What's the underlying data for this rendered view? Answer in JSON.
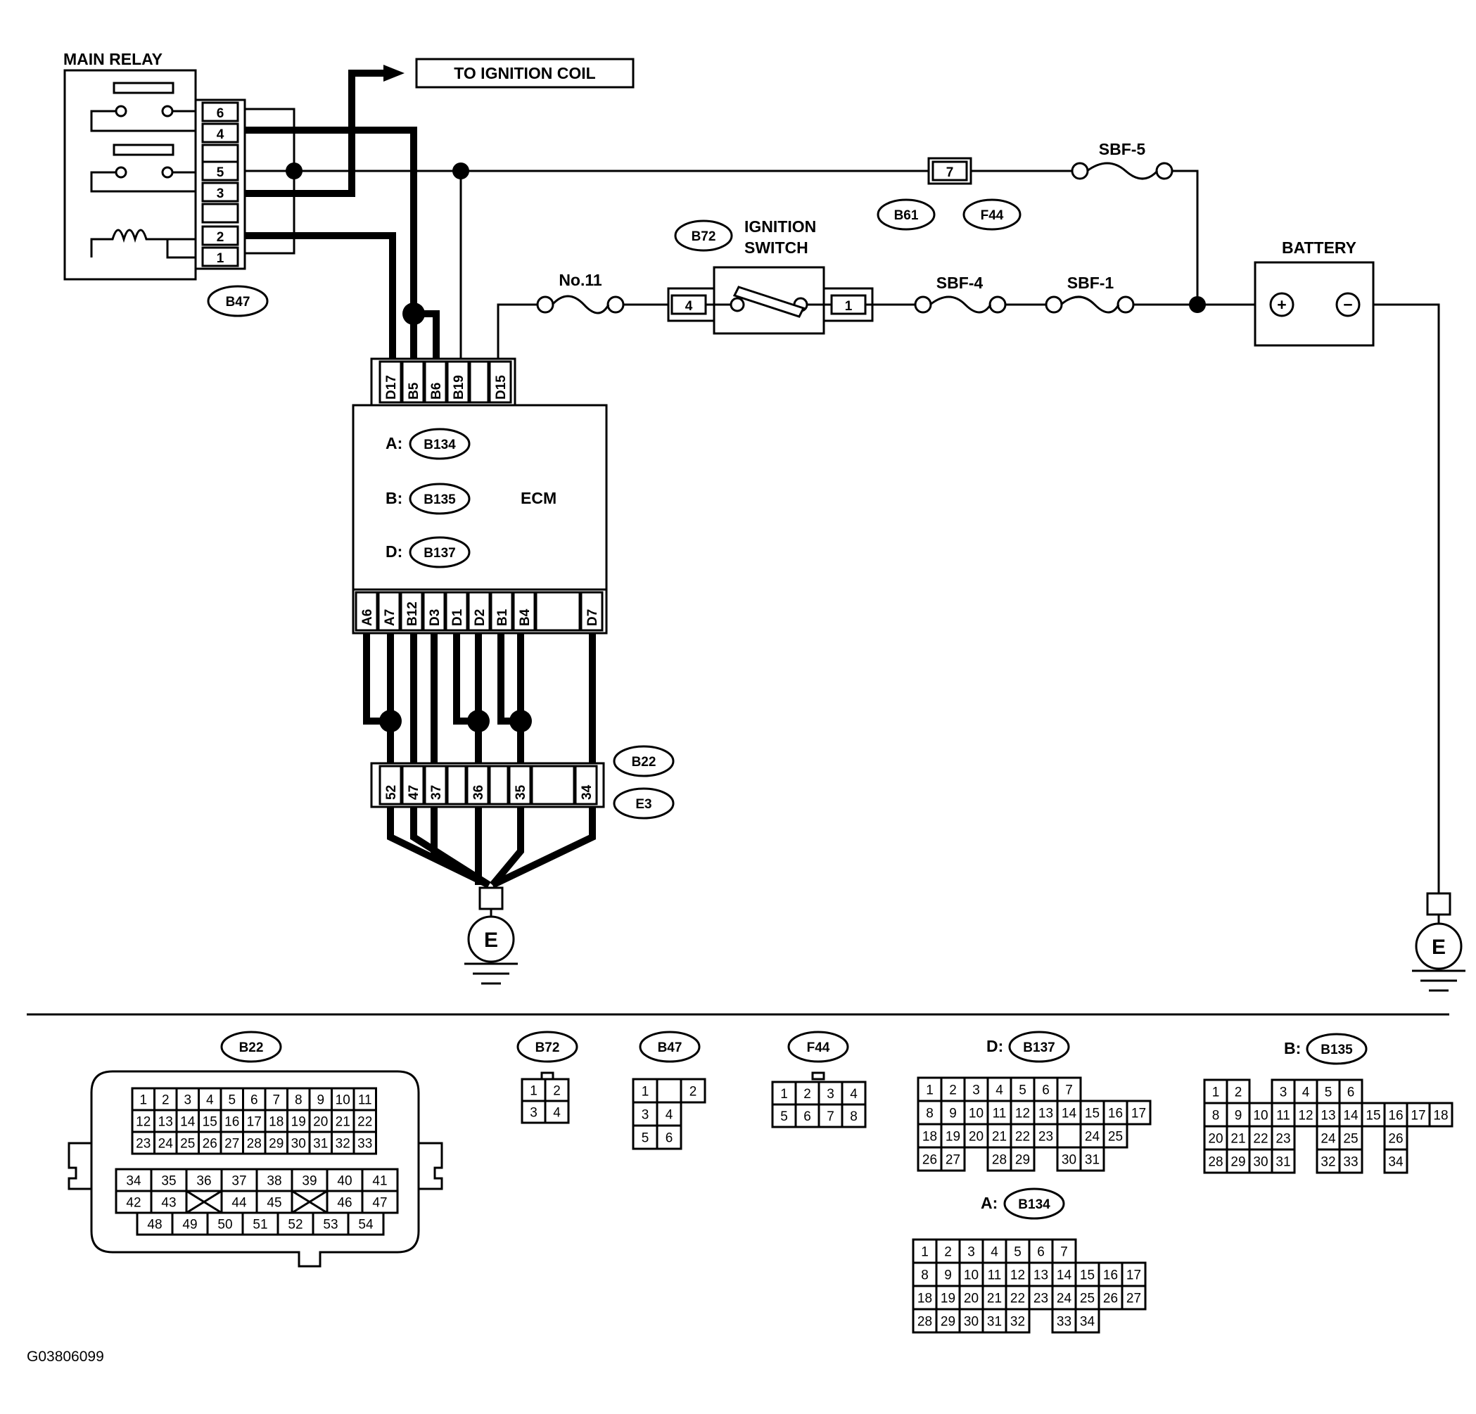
{
  "diagram": {
    "main_relay": "MAIN RELAY",
    "ignition_coil": "TO IGNITION COIL",
    "ignition_switch": [
      "IGNITION",
      "SWITCH"
    ],
    "battery": "BATTERY",
    "ecm": "ECM",
    "fuses": {
      "sbf5": "SBF-5",
      "sbf4": "SBF-4",
      "sbf1": "SBF-1",
      "no11": "No.11"
    },
    "connector_tags": [
      "B47",
      "B61",
      "F44",
      "B72",
      "B134",
      "B135",
      "B137",
      "B22",
      "E3"
    ],
    "ecm_connectors": [
      {
        "prefix": "A:",
        "tag": "B134"
      },
      {
        "prefix": "B:",
        "tag": "B135"
      },
      {
        "prefix": "D:",
        "tag": "B137"
      }
    ],
    "relay_pins": [
      "6",
      "4",
      "5",
      "3",
      "2",
      "1"
    ],
    "ecm_top_pins": [
      "D17",
      "B5",
      "B6",
      "B19",
      "",
      "D15"
    ],
    "ecm_bottom_pins": [
      "A6",
      "A7",
      "B12",
      "D3",
      "D1",
      "D2",
      "B1",
      "B4",
      "",
      "D7"
    ],
    "b22_pins": [
      "52",
      "47",
      "37",
      "",
      "36",
      "",
      "35",
      "",
      "34"
    ],
    "ign_sw_pins": [
      "4",
      "1"
    ],
    "b61_pin": "7",
    "ground": "E",
    "battery_terminals": [
      "+",
      "−"
    ],
    "figure_id": "G03806099"
  },
  "connectors": {
    "b22": {
      "tag": "B22",
      "rows_top": [
        [
          "1",
          "2",
          "3",
          "4",
          "5",
          "6",
          "7",
          "8",
          "9",
          "10",
          "11"
        ],
        [
          "12",
          "13",
          "14",
          "15",
          "16",
          "17",
          "18",
          "19",
          "20",
          "21",
          "22"
        ],
        [
          "23",
          "24",
          "25",
          "26",
          "27",
          "28",
          "29",
          "30",
          "31",
          "32",
          "33"
        ]
      ],
      "rows_bottom": [
        [
          "34",
          "35",
          "36",
          "37",
          "38",
          "39",
          "40",
          "41"
        ],
        [
          "42",
          "43",
          "",
          "44",
          "45",
          "",
          "46",
          "47"
        ],
        [
          "48",
          "49",
          "50",
          "51",
          "52",
          "53",
          "54"
        ]
      ]
    },
    "b72": {
      "tag": "B72",
      "rows": [
        [
          "1",
          "2"
        ],
        [
          "3",
          "4"
        ]
      ]
    },
    "b47": {
      "tag": "B47",
      "rows": [
        [
          "1",
          "",
          "2"
        ],
        [
          "3",
          "4"
        ],
        [
          "5",
          "6"
        ]
      ]
    },
    "f44": {
      "tag": "F44",
      "rows": [
        [
          "1",
          "2",
          "3",
          "4"
        ],
        [
          "5",
          "6",
          "7",
          "8"
        ]
      ]
    },
    "b137": {
      "prefix": "D:",
      "tag": "B137",
      "rows": [
        [
          "1",
          "2",
          "3",
          "4",
          "5",
          "6",
          "7"
        ],
        [
          "8",
          "9",
          "10",
          "11",
          "12",
          "13",
          "14",
          "15",
          "16",
          "17"
        ],
        [
          "18",
          "19",
          "20",
          "21",
          "22",
          "23",
          "",
          "24",
          "25"
        ],
        [
          "26",
          "27",
          "",
          "28",
          "29",
          "",
          "30",
          "31"
        ]
      ]
    },
    "b135": {
      "prefix": "B:",
      "tag": "B135",
      "rows": [
        [
          "1",
          "2",
          "",
          "3",
          "4",
          "5",
          "6"
        ],
        [
          "8",
          "9",
          "10",
          "11",
          "12",
          "13",
          "14",
          "15",
          "16",
          "17",
          "18"
        ],
        [
          "20",
          "21",
          "22",
          "23",
          "",
          "24",
          "25",
          "",
          "26"
        ],
        [
          "28",
          "29",
          "30",
          "31",
          "",
          "32",
          "33",
          "",
          "34"
        ]
      ]
    },
    "b134": {
      "prefix": "A:",
      "tag": "B134",
      "rows": [
        [
          "1",
          "2",
          "3",
          "4",
          "5",
          "6",
          "7"
        ],
        [
          "8",
          "9",
          "10",
          "11",
          "12",
          "13",
          "14",
          "15",
          "16",
          "17"
        ],
        [
          "18",
          "19",
          "20",
          "21",
          "22",
          "23",
          "24",
          "25",
          "26",
          "27"
        ],
        [
          "28",
          "29",
          "30",
          "31",
          "32",
          "",
          "33",
          "34"
        ]
      ]
    }
  }
}
